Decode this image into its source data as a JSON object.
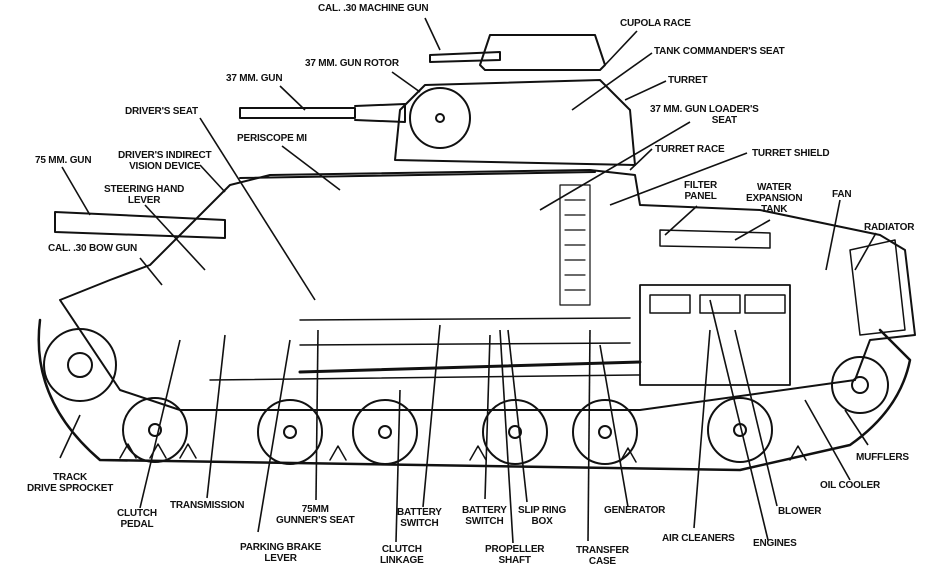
{
  "diagram": {
    "type": "cutaway-callout",
    "background": "#ffffff",
    "ink": "#111111",
    "labels": [
      {
        "id": "cal30-machine-gun",
        "lines": [
          "CAL. .30 MACHINE GUN"
        ]
      },
      {
        "id": "cupola-race",
        "lines": [
          "CUPOLA RACE"
        ]
      },
      {
        "id": "tank-commanders-seat",
        "lines": [
          "TANK COMMANDER'S SEAT"
        ]
      },
      {
        "id": "gun-rotor-37mm",
        "lines": [
          "37 MM. GUN ROTOR"
        ]
      },
      {
        "id": "turret",
        "lines": [
          "TURRET"
        ]
      },
      {
        "id": "gun-37mm",
        "lines": [
          "37 MM. GUN"
        ]
      },
      {
        "id": "gun-loaders-seat-37mm",
        "lines": [
          "37 MM. GUN LOADER'S",
          "SEAT"
        ]
      },
      {
        "id": "drivers-seat",
        "lines": [
          "DRIVER'S SEAT"
        ]
      },
      {
        "id": "periscope-m1",
        "lines": [
          "PERISCOPE MI"
        ]
      },
      {
        "id": "turret-race",
        "lines": [
          "TURRET RACE"
        ]
      },
      {
        "id": "turret-shield",
        "lines": [
          "TURRET SHIELD"
        ]
      },
      {
        "id": "gun-75mm",
        "lines": [
          "75 MM. GUN"
        ]
      },
      {
        "id": "drivers-indirect-vision-device",
        "lines": [
          "DRIVER'S INDIRECT",
          "VISION DEVICE"
        ]
      },
      {
        "id": "filter-panel",
        "lines": [
          "FILTER",
          "PANEL"
        ]
      },
      {
        "id": "water-expansion-tank",
        "lines": [
          "WATER",
          "EXPANSION",
          "TANK"
        ]
      },
      {
        "id": "fan",
        "lines": [
          "FAN"
        ]
      },
      {
        "id": "steering-hand-lever",
        "lines": [
          "STEERING HAND",
          "LEVER"
        ]
      },
      {
        "id": "radiator",
        "lines": [
          "RADIATOR"
        ]
      },
      {
        "id": "cal30-bow-gun",
        "lines": [
          "CAL. .30 BOW GUN"
        ]
      },
      {
        "id": "track-drive-sprocket",
        "lines": [
          "TRACK",
          "DRIVE SPROCKET"
        ]
      },
      {
        "id": "mufflers",
        "lines": [
          "MUFFLERS"
        ]
      },
      {
        "id": "oil-cooler",
        "lines": [
          "OIL COOLER"
        ]
      },
      {
        "id": "clutch-pedal",
        "lines": [
          "CLUTCH",
          "PEDAL"
        ]
      },
      {
        "id": "transmission",
        "lines": [
          "TRANSMISSION"
        ]
      },
      {
        "id": "gunners-seat-75mm",
        "lines": [
          "75MM",
          "GUNNER'S SEAT"
        ]
      },
      {
        "id": "battery-switch-1",
        "lines": [
          "BATTERY",
          "SWITCH"
        ]
      },
      {
        "id": "battery-switch-2",
        "lines": [
          "BATTERY",
          "SWITCH"
        ]
      },
      {
        "id": "slip-ring-box",
        "lines": [
          "SLIP RING",
          "BOX"
        ]
      },
      {
        "id": "generator",
        "lines": [
          "GENERATOR"
        ]
      },
      {
        "id": "blower",
        "lines": [
          "BLOWER"
        ]
      },
      {
        "id": "parking-brake-lever",
        "lines": [
          "PARKING BRAKE",
          "LEVER"
        ]
      },
      {
        "id": "clutch-linkage",
        "lines": [
          "CLUTCH",
          "LINKAGE"
        ]
      },
      {
        "id": "propeller-shaft",
        "lines": [
          "PROPELLER",
          "SHAFT"
        ]
      },
      {
        "id": "transfer-case",
        "lines": [
          "TRANSFER",
          "CASE"
        ]
      },
      {
        "id": "air-cleaners",
        "lines": [
          "AIR CLEANERS"
        ]
      },
      {
        "id": "engines",
        "lines": [
          "ENGINES"
        ]
      }
    ]
  }
}
